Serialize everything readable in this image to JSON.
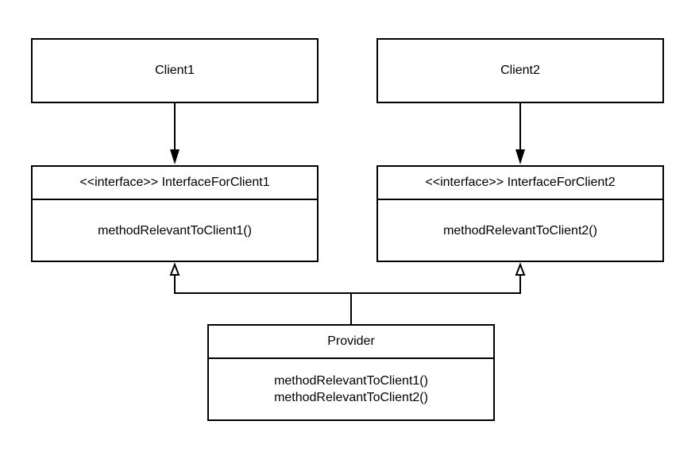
{
  "diagram": {
    "client1": {
      "label": "Client1"
    },
    "client2": {
      "label": "Client2"
    },
    "interface1": {
      "title": "<<interface>> InterfaceForClient1",
      "methods": [
        "methodRelevantToClient1()"
      ]
    },
    "interface2": {
      "title": "<<interface>> InterfaceForClient2",
      "methods": [
        "methodRelevantToClient2()"
      ]
    },
    "provider": {
      "title": "Provider",
      "methods": [
        "methodRelevantToClient1()",
        "methodRelevantToClient2()"
      ]
    },
    "edges": [
      {
        "from": "client1",
        "to": "interface1",
        "kind": "association"
      },
      {
        "from": "client2",
        "to": "interface2",
        "kind": "association"
      },
      {
        "from": "provider",
        "to": "interface1",
        "kind": "realization"
      },
      {
        "from": "provider",
        "to": "interface2",
        "kind": "realization"
      }
    ],
    "stroke_color": "#000000"
  }
}
